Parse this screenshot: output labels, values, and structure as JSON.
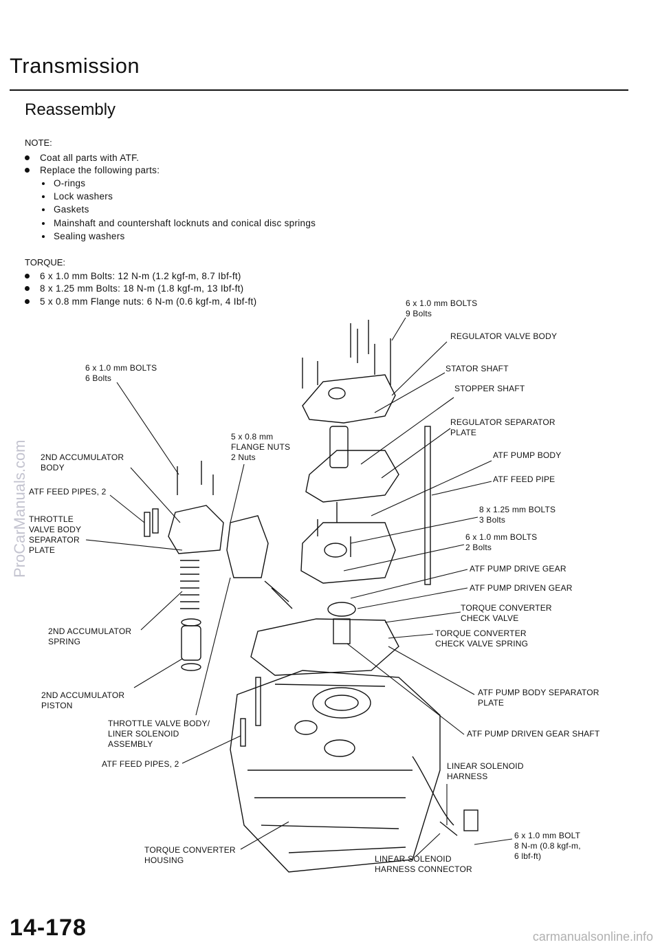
{
  "header": {
    "title": "Transmission",
    "subtitle": "Reassembly"
  },
  "note": {
    "heading": "NOTE:",
    "items": [
      "Coat all parts with ATF.",
      "Replace the following parts:"
    ],
    "subitems": [
      "O-rings",
      "Lock washers",
      "Gaskets",
      "Mainshaft and countershaft locknuts and conical disc springs",
      "Sealing washers"
    ]
  },
  "torque": {
    "heading": "TORQUE:",
    "items": [
      "6 x 1.0 mm Bolts: 12 N-m (1.2 kgf-m, 8.7 Ibf-ft)",
      "8 x 1.25 mm Bolts: 18 N-m (1.8 kgf-m, 13 Ibf-ft)",
      "5 x 0.8 mm Flange nuts: 6 N-m (0.6 kgf-m, 4 Ibf-ft)"
    ]
  },
  "labels": {
    "bolts_9": "6 x 1.0 mm BOLTS\n9 Bolts",
    "regulator_valve_body": "REGULATOR VALVE BODY",
    "bolts_6": "6 x 1.0 mm BOLTS\n6 Bolts",
    "stator_shaft": "STATOR SHAFT",
    "stopper_shaft": "STOPPER SHAFT",
    "regulator_separator_plate": "REGULATOR SEPARATOR\nPLATE",
    "flange_nuts": "5 x 0.8 mm\nFLANGE NUTS\n2 Nuts",
    "accumulator_body": "2ND ACCUMULATOR\nBODY",
    "atf_pump_body": "ATF PUMP BODY",
    "atf_feed_pipe": "ATF FEED PIPE",
    "atf_feed_pipes_upper": "ATF FEED PIPES, 2",
    "bolts_8x125": "8 x 1.25 mm BOLTS\n3 Bolts",
    "throttle_separator_plate": "THROTTLE\nVALVE BODY\nSEPARATOR\nPLATE",
    "bolts_2": "6 x 1.0 mm BOLTS\n2 Bolts",
    "pump_drive_gear": "ATF PUMP DRIVE GEAR",
    "pump_driven_gear": "ATF PUMP DRIVEN GEAR",
    "tc_check_valve": "TORQUE CONVERTER\nCHECK VALVE",
    "accumulator_spring": "2ND ACCUMULATOR\nSPRING",
    "tc_check_valve_spring": "TORQUE CONVERTER\nCHECK VALVE SPRING",
    "pump_body_separator_plate": "ATF PUMP BODY SEPARATOR\nPLATE",
    "accumulator_piston": "2ND ACCUMULATOR\nPISTON",
    "throttle_valve_assembly": "THROTTLE VALVE BODY/\nLINER SOLENOID\nASSEMBLY",
    "pump_driven_gear_shaft": "ATF PUMP DRIVEN GEAR SHAFT",
    "atf_feed_pipes_lower": "ATF FEED PIPES, 2",
    "linear_solenoid_harness": "LINEAR SOLENOID\nHARNESS",
    "bolt_8nm": "6 x 1.0 mm BOLT\n8 N-m (0.8 kgf-m,\n6 lbf-ft)",
    "tc_housing": "TORQUE CONVERTER\nHOUSING",
    "harness_connector": "LINEAR SOLENOID\nHARNESS CONNECTOR"
  },
  "page_number": "14-178",
  "watermark": "ProCarManuals.com",
  "footer": "carmanualsonline.info"
}
